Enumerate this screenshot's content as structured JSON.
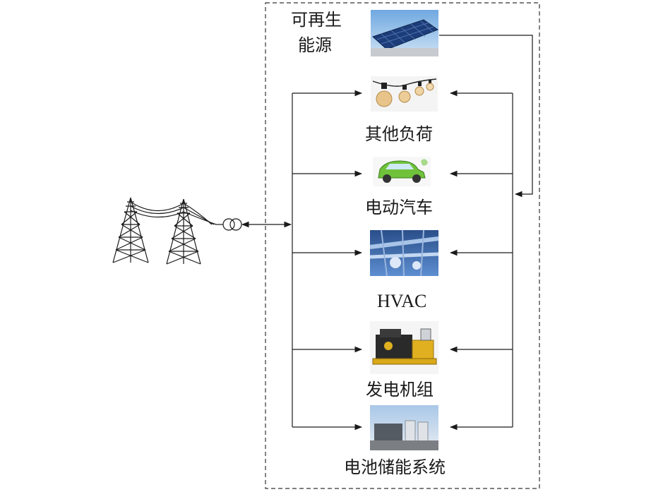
{
  "renewable": {
    "label_line1": "可再生",
    "label_line2": "能源"
  },
  "loads": [
    {
      "label": "其他负荷",
      "icon": "string-light-bulbs-icon"
    },
    {
      "label": "电动汽车",
      "icon": "electric-car-icon"
    },
    {
      "label": "HVAC",
      "icon": "hvac-duct-icon"
    },
    {
      "label": "发电机组",
      "icon": "diesel-generator-icon"
    },
    {
      "label": "电池储能系统",
      "icon": "battery-storage-icon"
    }
  ],
  "grid_icon": "transmission-tower-icon",
  "transformer_icon": "transformer-icon",
  "solar_icon": "solar-panel-icon",
  "colors": {
    "line": "#1a1a1a",
    "boundary": "#333333",
    "sky": "#7fb6e6",
    "gen_yellow": "#e0b020"
  }
}
